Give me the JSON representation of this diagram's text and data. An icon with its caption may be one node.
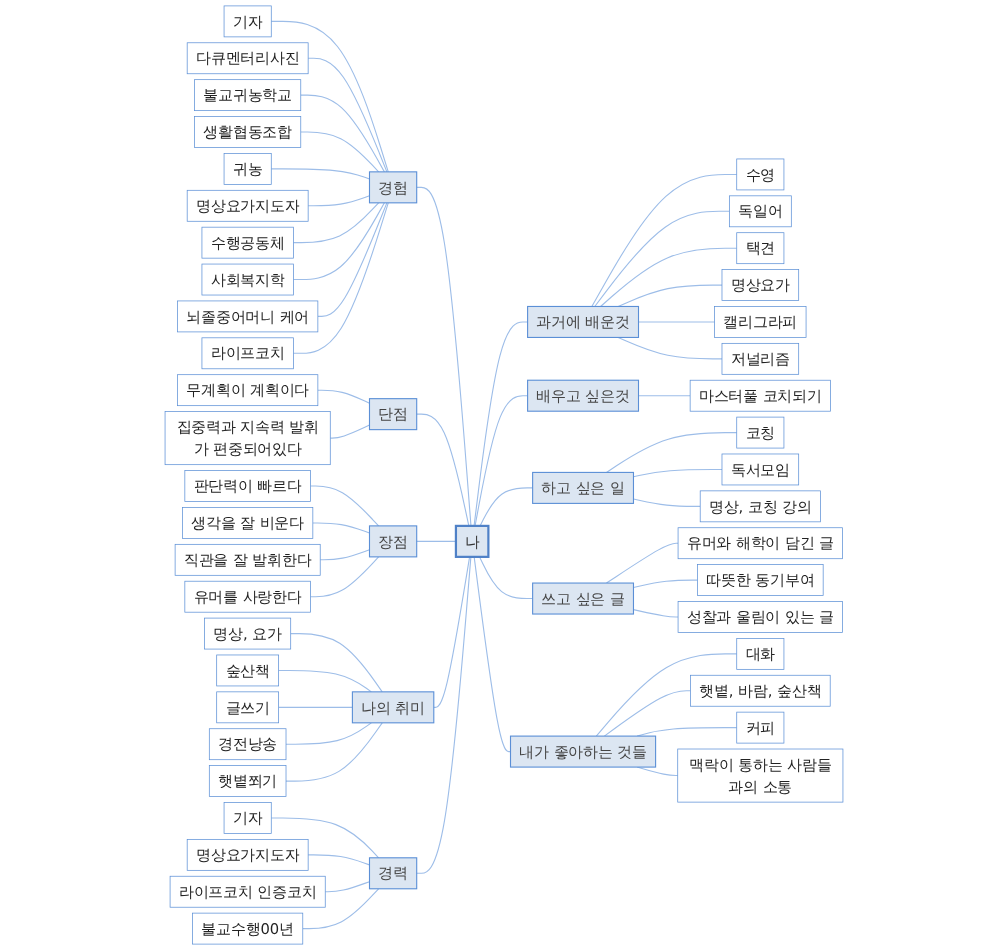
{
  "diagram": {
    "nodes": [
      {
        "text": [
          "나"
        ]
      },
      {
        "text": [
          "경험"
        ]
      },
      {
        "text": [
          "기자"
        ]
      },
      {
        "text": [
          "다큐멘터리사진"
        ]
      },
      {
        "text": [
          "불교귀농학교"
        ]
      },
      {
        "text": [
          "생활협동조합"
        ]
      },
      {
        "text": [
          "귀농"
        ]
      },
      {
        "text": [
          "명상요가지도자"
        ]
      },
      {
        "text": [
          "수행공동체"
        ]
      },
      {
        "text": [
          "사회복지학"
        ]
      },
      {
        "text": [
          "뇌졸중어머니 케어"
        ]
      },
      {
        "text": [
          "라이프코치"
        ]
      },
      {
        "text": [
          "단점"
        ]
      },
      {
        "text": [
          "무계획이 계획이다"
        ]
      },
      {
        "text": [
          "집중력과 지속력 발휘가 편중되어있다"
        ]
      },
      {
        "text": [
          "장점"
        ]
      },
      {
        "text": [
          "판단력이 빠르다"
        ]
      },
      {
        "text": [
          "생각을 잘 비운다"
        ]
      },
      {
        "text": [
          "직관을 잘 발휘한다"
        ]
      },
      {
        "text": [
          "유머를 사랑한다"
        ]
      },
      {
        "text": [
          "나의 취미"
        ]
      },
      {
        "text": [
          "명상, 요가"
        ]
      },
      {
        "text": [
          "숲산책"
        ]
      },
      {
        "text": [
          "글쓰기"
        ]
      },
      {
        "text": [
          "경전낭송"
        ]
      },
      {
        "text": [
          "햇볕쬐기"
        ]
      },
      {
        "text": [
          "경력"
        ]
      },
      {
        "text": [
          "기자"
        ]
      },
      {
        "text": [
          "명상요가지도자"
        ]
      },
      {
        "text": [
          "라이프코치 인증코치"
        ]
      },
      {
        "text": [
          "불교수행00년"
        ]
      },
      {
        "text": [
          "과거에 배운것"
        ]
      },
      {
        "text": [
          "수영"
        ]
      },
      {
        "text": [
          "독일어"
        ]
      },
      {
        "text": [
          "택견"
        ]
      },
      {
        "text": [
          "명상요가"
        ]
      },
      {
        "text": [
          "캘리그라피"
        ]
      },
      {
        "text": [
          "저널리즘"
        ]
      },
      {
        "text": [
          "배우고 싶은것"
        ]
      },
      {
        "text": [
          "마스터풀 코치되기"
        ]
      },
      {
        "text": [
          "하고 싶은 일"
        ]
      },
      {
        "text": [
          "코칭"
        ]
      },
      {
        "text": [
          "독서모임"
        ]
      },
      {
        "text": [
          "명상, 코칭 강의"
        ]
      },
      {
        "text": [
          "쓰고 싶은 글"
        ]
      },
      {
        "text": [
          "유머와 해학이 담긴 글"
        ]
      },
      {
        "text": [
          "따뜻한 동기부여"
        ]
      },
      {
        "text": [
          "성찰과 울림이 있는 글"
        ]
      },
      {
        "text": [
          "내가 좋아하는 것들"
        ]
      },
      {
        "text": [
          "대화"
        ]
      },
      {
        "text": [
          "햇볕, 바람, 숲산책"
        ]
      },
      {
        "text": [
          "커피"
        ]
      },
      {
        "text": [
          "맥락이 통하는 사람들과의 소통"
        ]
      }
    ],
    "edges": [
      {
        "from": 0,
        "to": 1,
        "arrow": "none"
      },
      {
        "from": 1,
        "to": 2,
        "arrow": "none"
      },
      {
        "from": 1,
        "to": 3,
        "arrow": "none"
      },
      {
        "from": 1,
        "to": 4,
        "arrow": "none"
      },
      {
        "from": 1,
        "to": 5,
        "arrow": "none"
      },
      {
        "from": 1,
        "to": 6,
        "arrow": "none"
      },
      {
        "from": 1,
        "to": 7,
        "arrow": "none"
      },
      {
        "from": 1,
        "to": 8,
        "arrow": "none"
      },
      {
        "from": 1,
        "to": 9,
        "arrow": "none"
      },
      {
        "from": 1,
        "to": 10,
        "arrow": "none"
      },
      {
        "from": 1,
        "to": 11,
        "arrow": "none"
      },
      {
        "from": 0,
        "to": 12,
        "arrow": "none"
      },
      {
        "from": 12,
        "to": 13,
        "arrow": "none"
      },
      {
        "from": 12,
        "to": 14,
        "arrow": "none"
      },
      {
        "from": 0,
        "to": 15,
        "arrow": "none"
      },
      {
        "from": 15,
        "to": 16,
        "arrow": "none"
      },
      {
        "from": 15,
        "to": 17,
        "arrow": "none"
      },
      {
        "from": 15,
        "to": 18,
        "arrow": "none"
      },
      {
        "from": 15,
        "to": 19,
        "arrow": "none"
      },
      {
        "from": 0,
        "to": 20,
        "arrow": "none"
      },
      {
        "from": 20,
        "to": 21,
        "arrow": "none"
      },
      {
        "from": 20,
        "to": 22,
        "arrow": "none"
      },
      {
        "from": 20,
        "to": 23,
        "arrow": "none"
      },
      {
        "from": 20,
        "to": 24,
        "arrow": "none"
      },
      {
        "from": 20,
        "to": 25,
        "arrow": "none"
      },
      {
        "from": 0,
        "to": 26,
        "arrow": "none"
      },
      {
        "from": 26,
        "to": 27,
        "arrow": "none"
      },
      {
        "from": 26,
        "to": 28,
        "arrow": "none"
      },
      {
        "from": 26,
        "to": 29,
        "arrow": "none"
      },
      {
        "from": 26,
        "to": 30,
        "arrow": "none"
      },
      {
        "from": 0,
        "to": 31,
        "arrow": "none"
      },
      {
        "from": 31,
        "to": 32,
        "arrow": "none"
      },
      {
        "from": 31,
        "to": 33,
        "arrow": "none"
      },
      {
        "from": 31,
        "to": 34,
        "arrow": "none"
      },
      {
        "from": 31,
        "to": 35,
        "arrow": "none"
      },
      {
        "from": 31,
        "to": 36,
        "arrow": "none"
      },
      {
        "from": 31,
        "to": 37,
        "arrow": "none"
      },
      {
        "from": 0,
        "to": 38,
        "arrow": "none"
      },
      {
        "from": 38,
        "to": 39,
        "arrow": "none"
      },
      {
        "from": 0,
        "to": 40,
        "arrow": "none"
      },
      {
        "from": 40,
        "to": 41,
        "arrow": "none"
      },
      {
        "from": 40,
        "to": 42,
        "arrow": "none"
      },
      {
        "from": 40,
        "to": 43,
        "arrow": "none"
      },
      {
        "from": 0,
        "to": 44,
        "arrow": "none"
      },
      {
        "from": 44,
        "to": 45,
        "arrow": "none"
      },
      {
        "from": 44,
        "to": 46,
        "arrow": "none"
      },
      {
        "from": 44,
        "to": 47,
        "arrow": "none"
      },
      {
        "from": 0,
        "to": 48,
        "arrow": "none"
      },
      {
        "from": 48,
        "to": 49,
        "arrow": "none"
      },
      {
        "from": 48,
        "to": 50,
        "arrow": "none"
      },
      {
        "from": 48,
        "to": 51,
        "arrow": "none"
      },
      {
        "from": 48,
        "to": 52,
        "arrow": "none"
      }
    ]
  }
}
